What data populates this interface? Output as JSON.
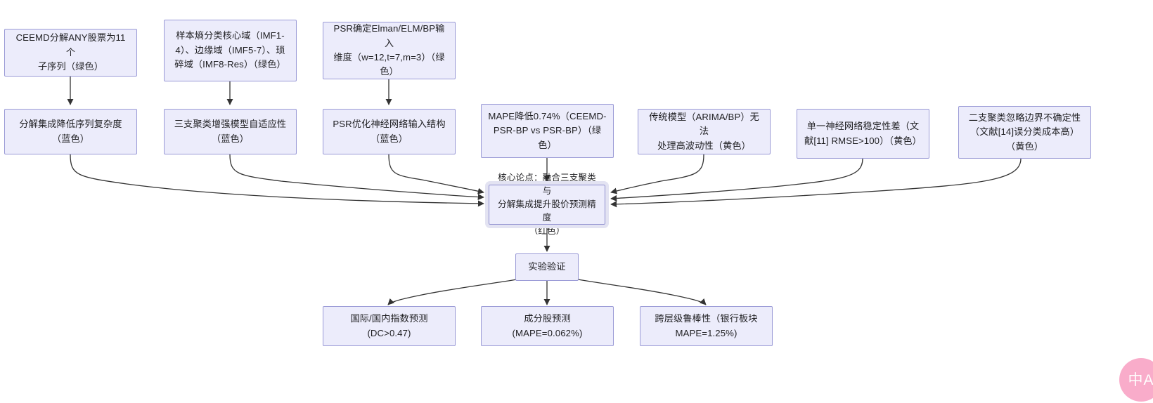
{
  "diagram": {
    "type": "flowchart",
    "direction": "bottom-up-convergent",
    "background_color": "#ffffff",
    "node_fill_color": "#ececfb",
    "node_border_color": "#9a9ad6",
    "core_node_outline_color": "#e3e3f2",
    "edge_color": "#333333",
    "nodes": {
      "evidence_ceemd": "CEEMD分解ANY股票为11个\n子序列（绿色）",
      "evidence_sample_entropy": "样本熵分类核心域（IMF1-\n4）、边缘域（IMF5-7）、琐\n碎域（IMF8-Res）（绿色）",
      "evidence_psr_dim": "PSR确定Elman/ELM/BP输入\n维度（w=12,t=7,m=3）（绿\n色）",
      "claim_decompose": "分解集成降低序列复杂度\n（蓝色）",
      "claim_three_way": "三支聚类增强模型自适应性\n（蓝色）",
      "claim_psr_struct": "PSR优化神经网络输入结构\n（蓝色）",
      "evidence_mape": "MAPE降低0.74%（CEEMD-\nPSR-BP vs PSR-BP）（绿\n色）",
      "gap_traditional": "传统模型（ARIMA/BP）无法\n处理高波动性（黄色）",
      "gap_single_nn": "单一神经网络稳定性差（文\n献[11] RMSE>100）（黄色）",
      "gap_two_way": "二支聚类忽略边界不确定性\n（文献[14]误分类成本高）\n（黄色）",
      "core_thesis": "核心论点：融合三支聚类与\n分解集成提升股价预测精度\n（红色）",
      "experiment": "实验验证",
      "result_index": "国际/国内指数预测\n(DC>0.47)",
      "result_stock": "成分股预测\n(MAPE=0.062%)",
      "result_robust": "跨层级鲁棒性（银行板块\nMAPE=1.25%)"
    },
    "watermark": {
      "label": "中A",
      "color": "#f9a8c8"
    }
  }
}
